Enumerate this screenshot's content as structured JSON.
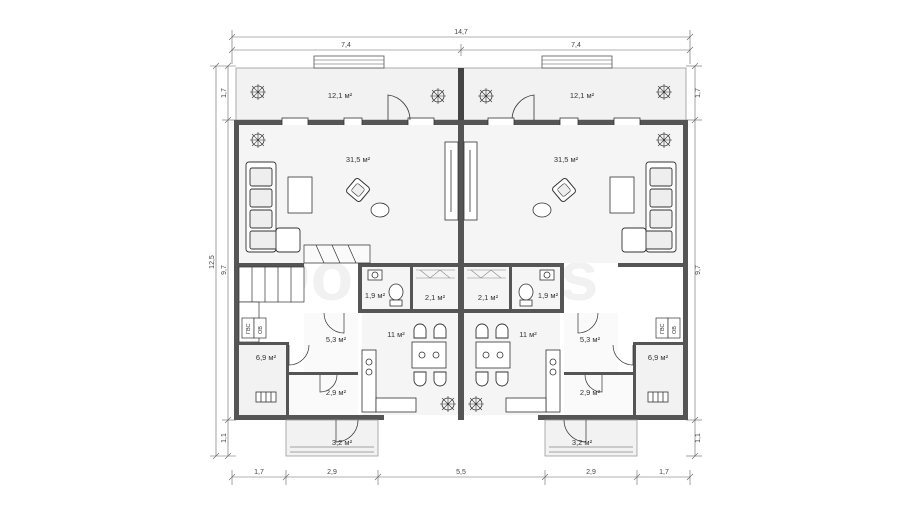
{
  "dims": {
    "top_total": "14,7",
    "top_left": "7,4",
    "top_right": "7,4",
    "bottom": [
      "1,7",
      "2,9",
      "5,5",
      "2,9",
      "1,7"
    ],
    "left": [
      "1,7",
      "9,7",
      "1,1"
    ],
    "left_total": "12,5",
    "right": [
      "1,7",
      "9,7",
      "1,1"
    ]
  },
  "areas": {
    "terrace_left": "12,1 м²",
    "terrace_right": "12,1 м²",
    "living_left": "31,5 м²",
    "living_right": "31,5 м²",
    "wc_left": "1,9 м²",
    "bath_left": "2,1 м²",
    "bath_right": "2,1 м²",
    "wc_right": "1,9 м²",
    "kitchen_left": "11 м²",
    "kitchen_right": "11 м²",
    "hall_left": "5,3 м²",
    "hall_right": "5,3 м²",
    "boiler_left": "6,9 м²",
    "boiler_right": "6,9 м²",
    "vest_left": "2,9 м²",
    "vest_right": "2,9 м²",
    "porch_left": "3,2 м²",
    "porch_right": "3,2 м²"
  },
  "labels": {
    "left_a": "ГВС",
    "left_b": "ОВ",
    "right_a": "ГВС",
    "right_b": "ОВ"
  },
  "watermark": "Domaplus"
}
